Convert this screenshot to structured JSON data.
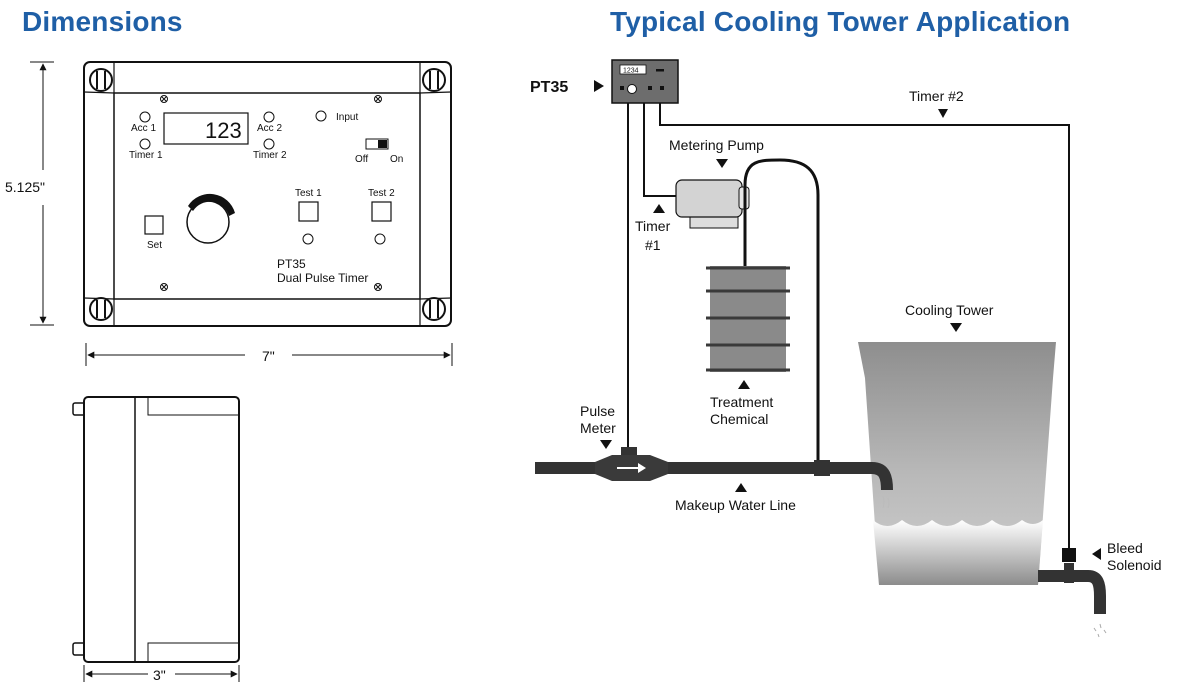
{
  "titles": {
    "dimensions": "Dimensions",
    "application": "Typical Cooling Tower Application"
  },
  "front_panel": {
    "acc1": "Acc 1",
    "timer1": "Timer  1",
    "display": "123",
    "acc2": "Acc 2",
    "timer2": "Timer  2",
    "input": "Input",
    "off": "Off",
    "on": "On",
    "test1": "Test  1",
    "test2": "Test  2",
    "set": "Set",
    "model": "PT35",
    "name": "Dual Pulse Timer"
  },
  "dimensions": {
    "height": "5.125\"",
    "width": "7\"",
    "depth": "3\""
  },
  "application": {
    "pt35_label": "PT35",
    "pt35_display": "1234",
    "timer2": "Timer #2",
    "metering_pump": "Metering Pump",
    "timer1_line1": "Timer",
    "timer1_line2": "#1",
    "treatment_line1": "Treatment",
    "treatment_line2": "Chemical",
    "cooling_tower": "Cooling Tower",
    "pulse_meter_line1": "Pulse",
    "pulse_meter_line2": "Meter",
    "makeup_water_line": "Makeup Water Line",
    "bleed_line1": "Bleed",
    "bleed_line2": "Solenoid"
  },
  "colors": {
    "title": "#1f5fa6",
    "pipe": "#333333",
    "tower": "#a9a9a9"
  }
}
